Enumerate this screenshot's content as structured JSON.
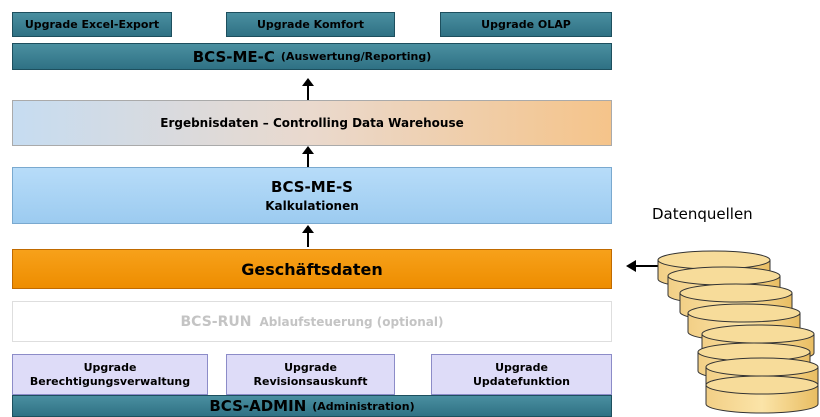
{
  "top_upgrades": [
    "Upgrade Excel-Export",
    "Upgrade Komfort",
    "Upgrade OLAP"
  ],
  "me_c": {
    "name": "BCS-ME-C",
    "sub": "(Auswertung/Reporting)"
  },
  "warehouse": "Ergebnisdaten – Controlling Data Warehouse",
  "me_s": {
    "name": "BCS-ME-S",
    "sub": "Kalkulationen"
  },
  "business": "Geschäftsdaten",
  "run": {
    "name": "BCS-RUN",
    "sub": "Ablaufsteuerung (optional)"
  },
  "bottom_upgrades": [
    {
      "line1": "Upgrade",
      "line2": "Berechtigungsverwaltung"
    },
    {
      "line1": "Upgrade",
      "line2": "Revisionsauskunft"
    },
    {
      "line1": "Upgrade",
      "line2": "Updatefunktion"
    }
  ],
  "admin": {
    "name": "BCS-ADMIN",
    "sub": "(Administration)"
  },
  "sources_label": "Datenquellen",
  "colors": {
    "teal": "#2f7184",
    "orange": "#f39200",
    "light_blue": "#a9d4f5",
    "lavender": "#dedcf8"
  }
}
